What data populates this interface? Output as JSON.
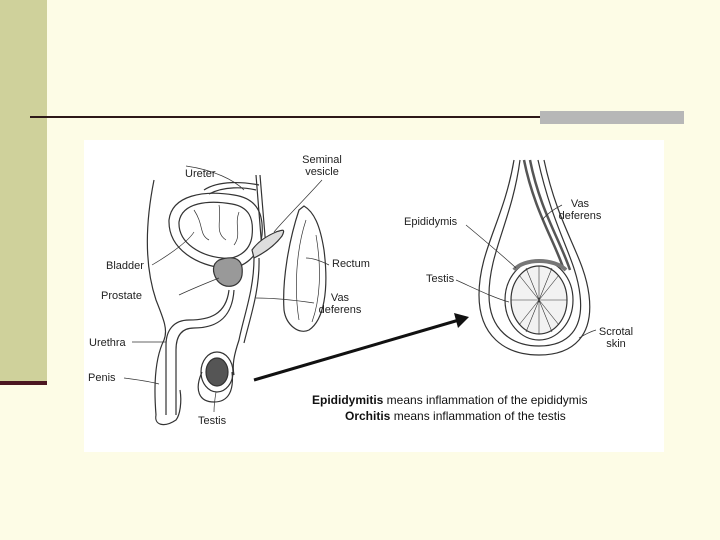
{
  "labels": {
    "ureter": "Ureter",
    "seminal_vesicle": [
      "Seminal",
      "vesicle"
    ],
    "bladder": "Bladder",
    "rectum": "Rectum",
    "prostate": "Prostate",
    "vas_deferens_left": [
      "Vas",
      "deferens"
    ],
    "urethra": "Urethra",
    "penis": "Penis",
    "testis_left": "Testis",
    "epididymis": "Epididymis",
    "vas_deferens_right": [
      "Vas",
      "deferens"
    ],
    "testis_right": "Testis",
    "scrotal_skin": [
      "Scrotal",
      "skin"
    ]
  },
  "caption": {
    "line1_term": "Epididymitis",
    "line1_rest": " means inflammation of the epididymis",
    "line2_term": "Orchitis",
    "line2_rest": " means inflammation of the testis"
  },
  "colors": {
    "sidebar": "#cfd19b",
    "sidebar_base": "#4b1620",
    "rule": "#2d1818",
    "rule_accent": "#b7b7b7",
    "background": "#fdfce6"
  }
}
